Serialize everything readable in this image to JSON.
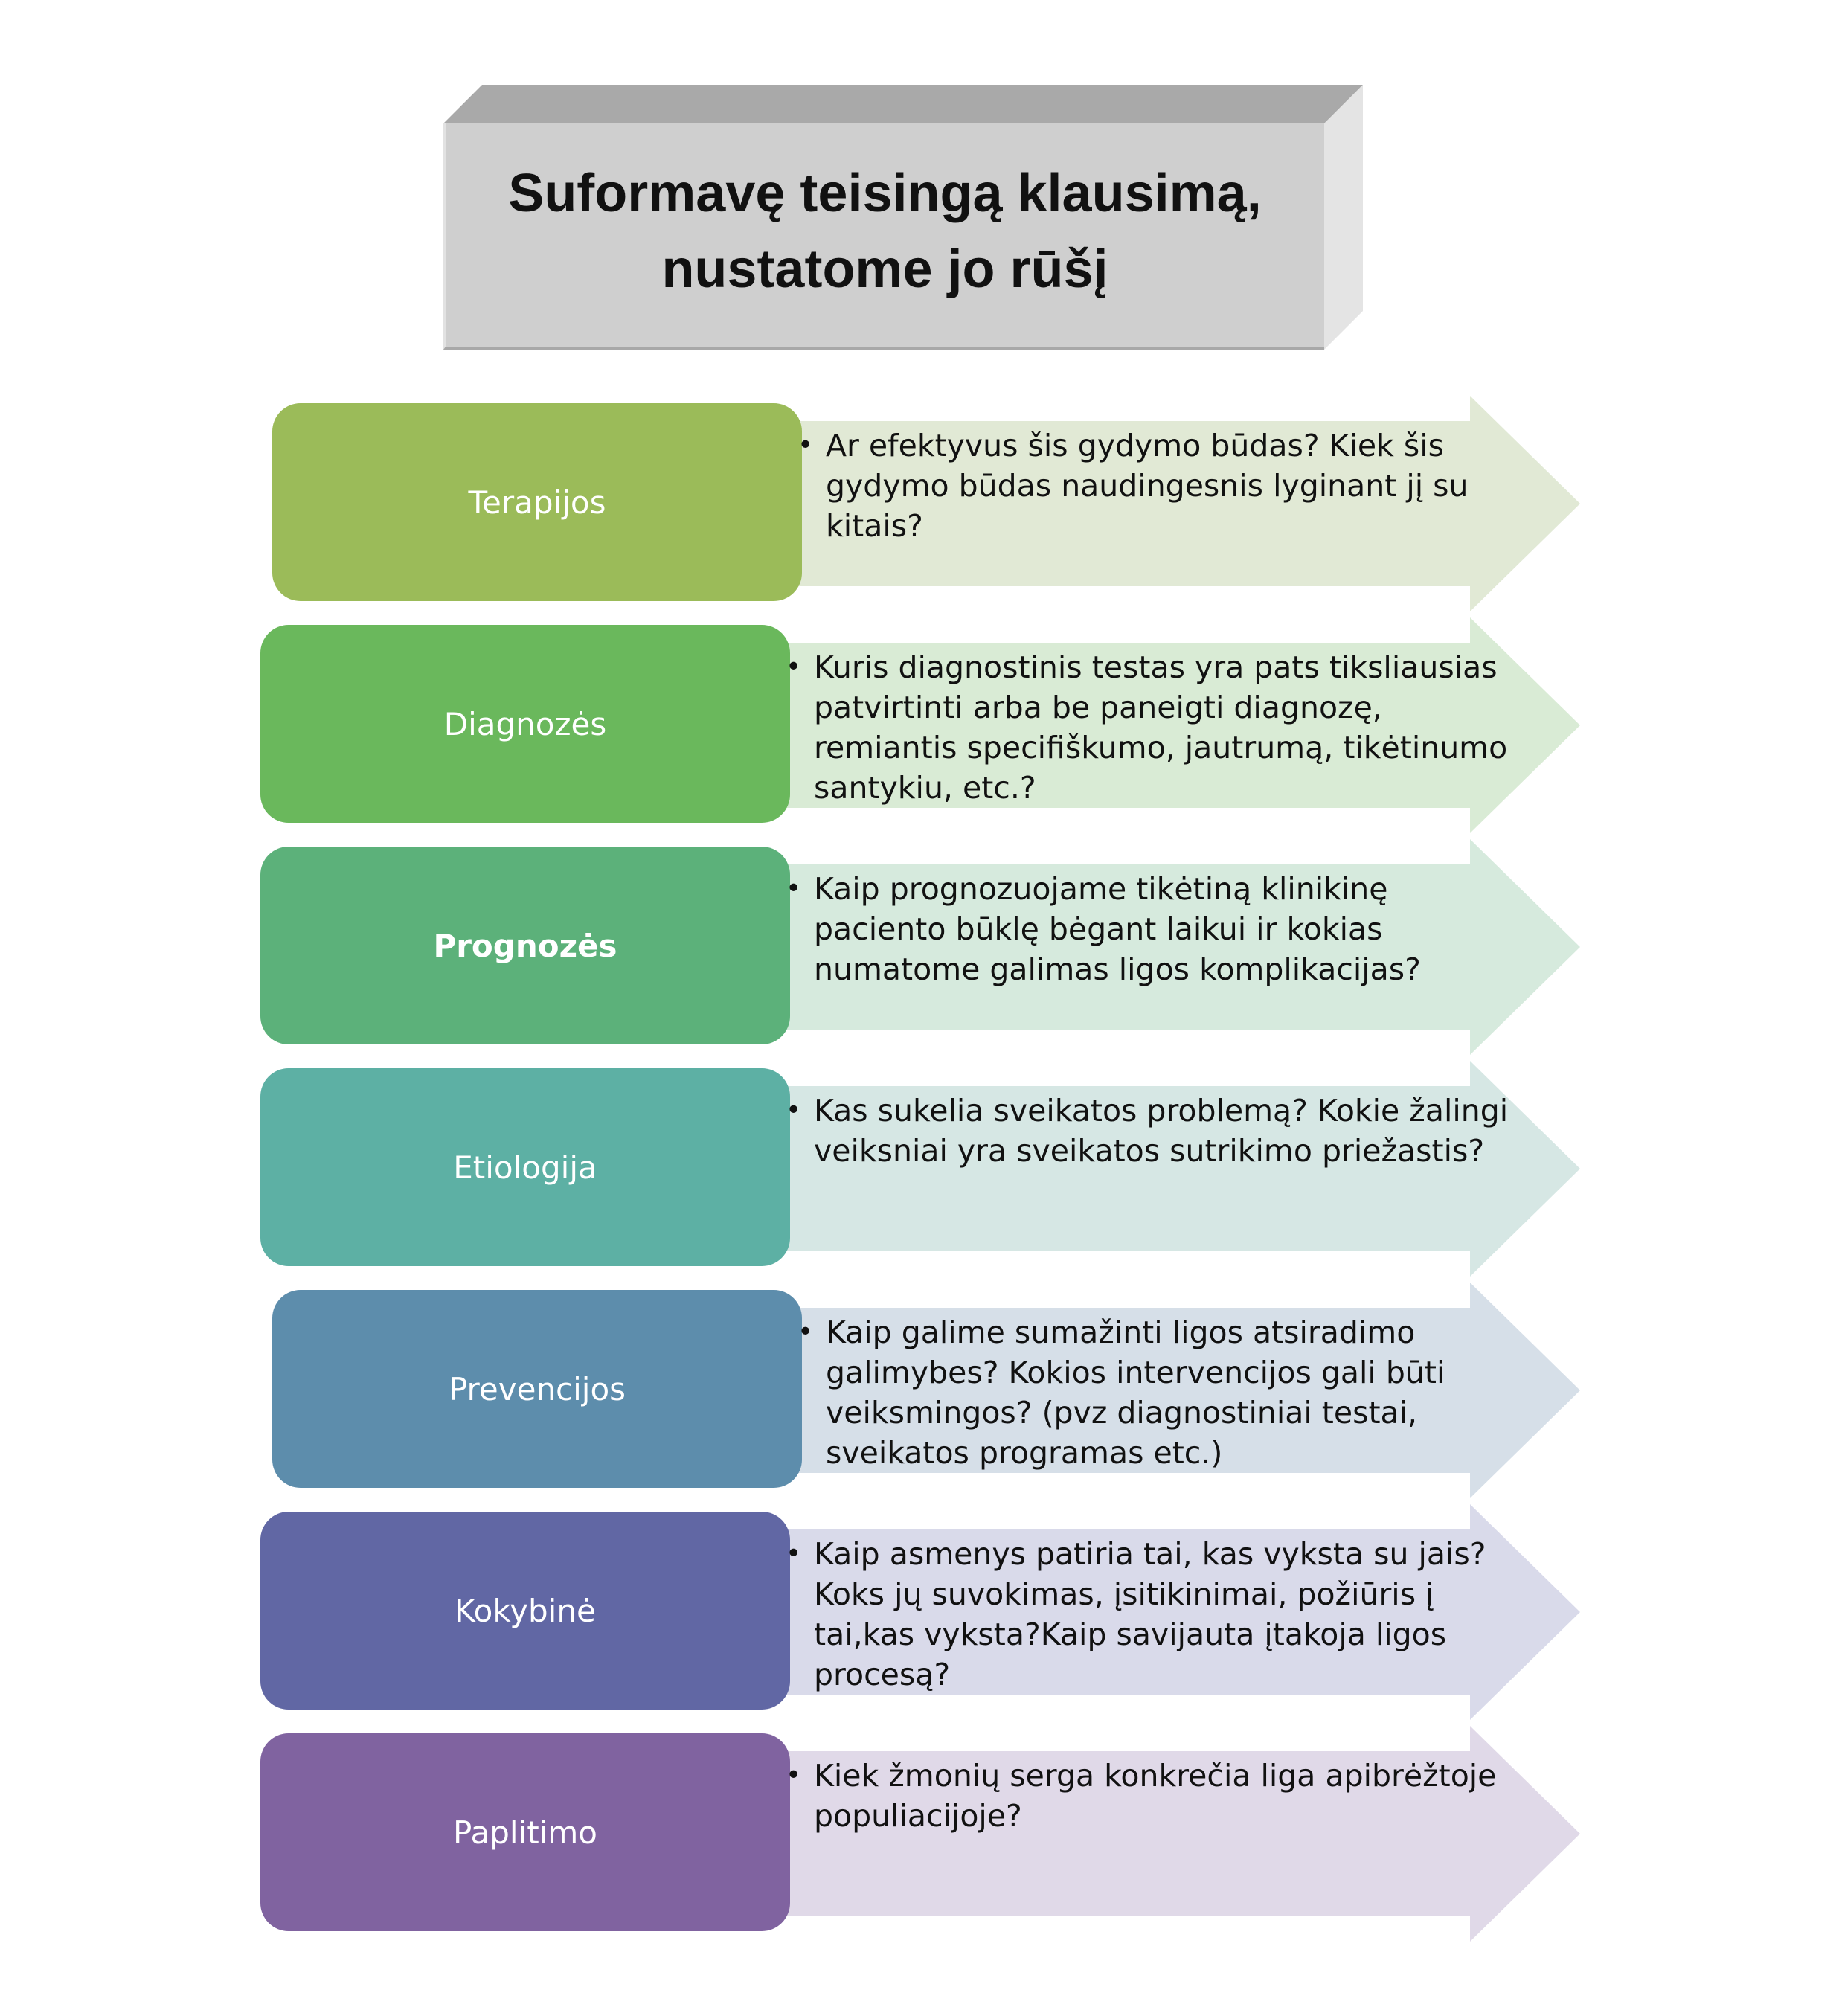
{
  "title": {
    "text": "Suformavę teisingą klausimą,\nnustatome jo rūšį"
  },
  "rows": [
    {
      "label": "Terapijos",
      "bold": false,
      "description": "Ar efektyvus  šis gydymo būdas? Kiek šis\ngydymo būdas naudingesnis lyginant jį su\nkitais?",
      "box_color": "#9bbb59",
      "arrow_color": "#e1e9d5"
    },
    {
      "label": "Diagnozės",
      "bold": false,
      "description": "Kuris diagnostinis testas yra pats tiksliausias\npatvirtinti arba be paneigti diagnozę,\nremiantis specifiškumo, jautrumą, tikėtinumo\nsantykiu, etc.?",
      "box_color": "#6ab85c",
      "arrow_color": "#d9ebd5"
    },
    {
      "label": "Prognozės",
      "bold": true,
      "description": "Kaip prognozuojame tikėtiną klinikinę\npaciento būklę bėgant laikui ir kokias\nnumatome galimas ligos komplikacijas?",
      "box_color": "#5cb17a",
      "arrow_color": "#d6eadd"
    },
    {
      "label": "Etiologija",
      "bold": false,
      "description": "Kas sukelia sveikatos problemą? Kokie žalingi\nveiksniai yra sveikatos sutrikimo priežastis?",
      "box_color": "#5db0a4",
      "arrow_color": "#d6e7e4"
    },
    {
      "label": "Prevencijos",
      "bold": false,
      "description": "Kaip galime sumažinti ligos atsiradimo\ngalimybes? Kokios intervencijos  gali būti\nveiksmingos? (pvz diagnostiniai testai,\nsveikatos programas etc.)",
      "box_color": "#5d8dac",
      "arrow_color": "#d6dfe8"
    },
    {
      "label": "Kokybinė",
      "bold": false,
      "description": "Kaip asmenys patiria tai, kas vyksta su jais?\nKoks jų suvokimas, įsitikinimai, požiūris į\ntai,kas vyksta?Kaip savijauta įtakoja ligos\nprocesą?",
      "box_color": "#6167a4",
      "arrow_color": "#d9daea"
    },
    {
      "label": "Paplitimo",
      "bold": false,
      "description": "Kiek žmonių serga  konkrečia liga apibrėžtoje\npopuliacijoje?",
      "box_color": "#8063a0",
      "arrow_color": "#e0d9e8"
    }
  ],
  "colors": {
    "title_front": "#cfcfcf",
    "title_top": "#a9a9a9",
    "title_side": "#e4e4e4"
  }
}
